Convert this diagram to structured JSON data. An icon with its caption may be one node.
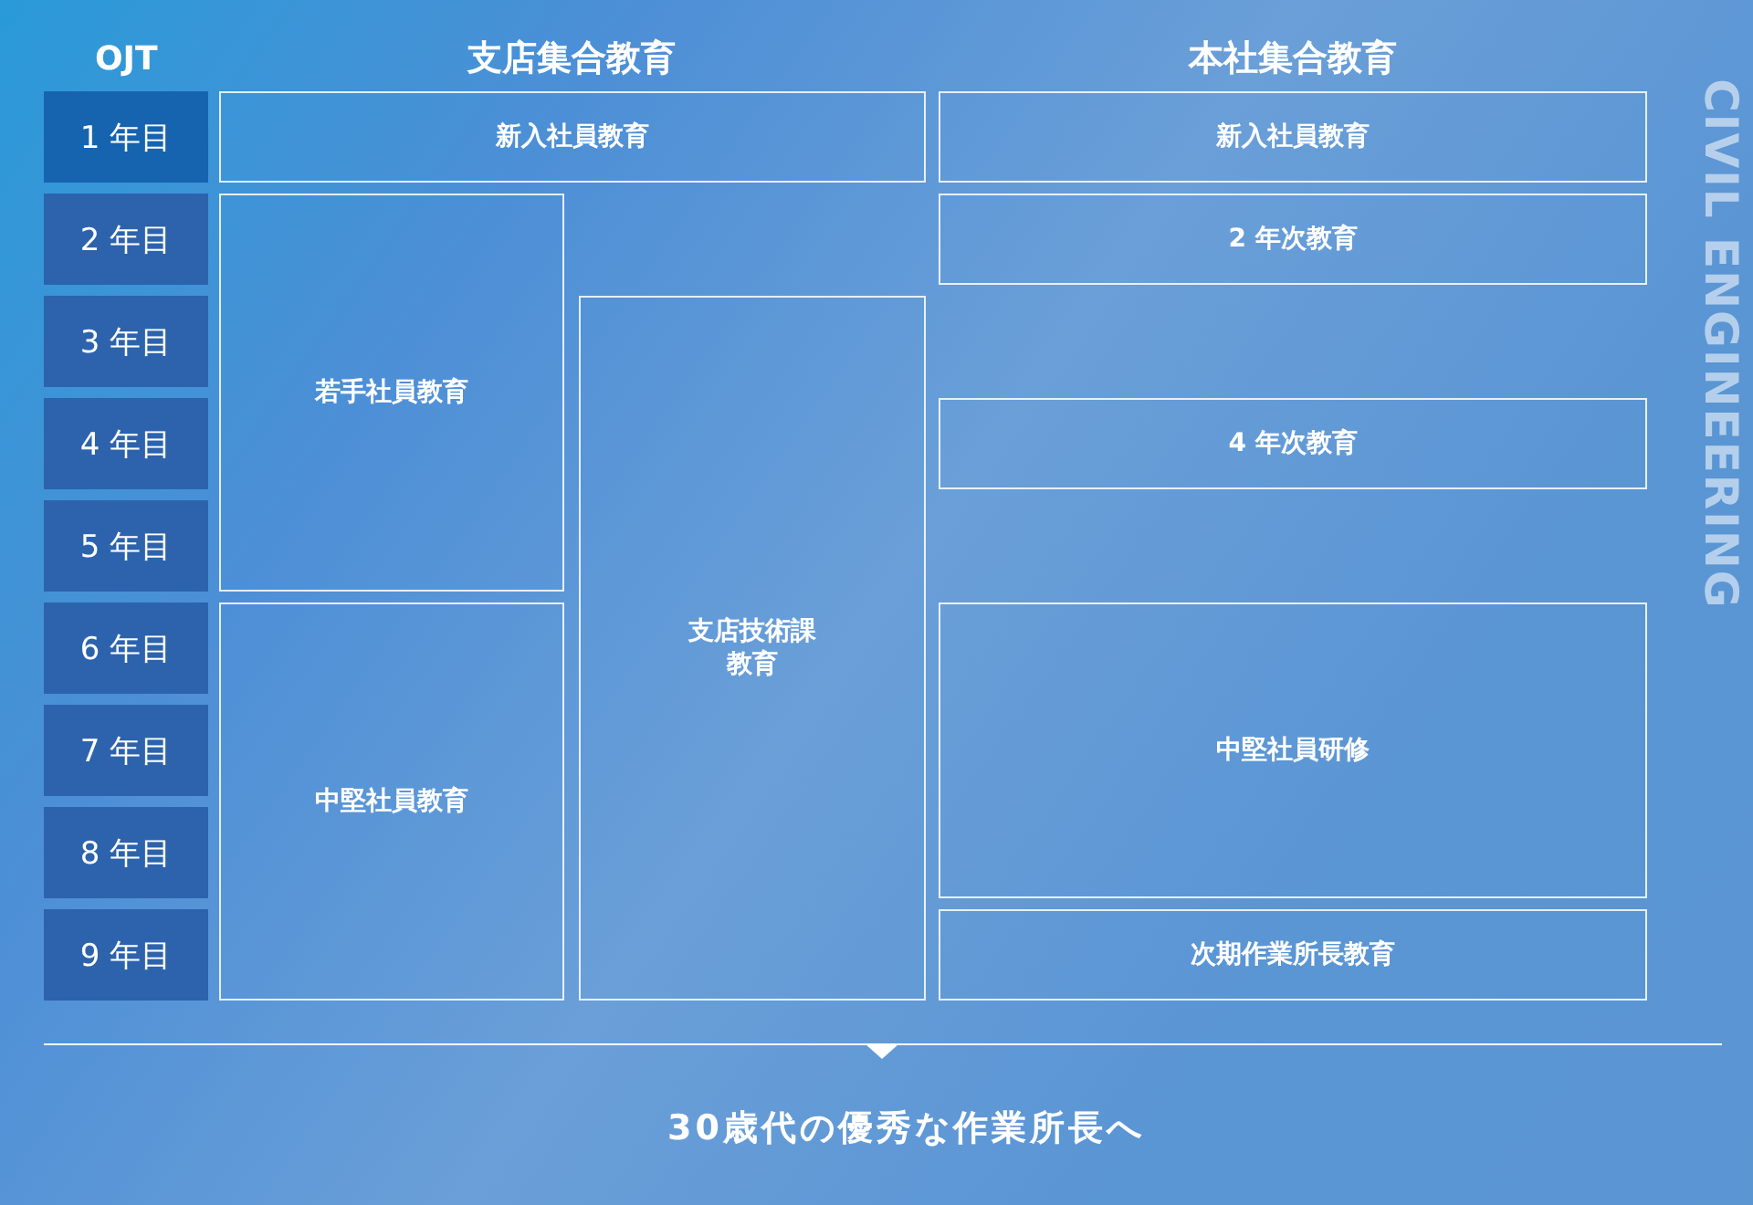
{
  "diagram": {
    "nodes": [
      {
        "text": [
          "1 年目"
        ]
      },
      {
        "text": [
          "2 年目"
        ]
      },
      {
        "text": [
          "3 年目"
        ]
      },
      {
        "text": [
          "4 年目"
        ]
      },
      {
        "text": [
          "5 年目"
        ]
      },
      {
        "text": [
          "6 年目"
        ]
      },
      {
        "text": [
          "7 年目"
        ]
      },
      {
        "text": [
          "8 年目"
        ]
      },
      {
        "text": [
          "9 年目"
        ]
      },
      {
        "text": [
          "新入社員教育"
        ]
      },
      {
        "text": [
          "若手社員教育"
        ]
      },
      {
        "text": [
          "中堅社員教育"
        ]
      },
      {
        "text": [
          "支店技術課教育"
        ]
      },
      {
        "text": [
          "新入社員教育"
        ]
      },
      {
        "text": [
          "2 年次教育"
        ]
      },
      {
        "text": [
          "4 年次教育"
        ]
      },
      {
        "text": [
          "中堅社員研修"
        ]
      },
      {
        "text": [
          "次期作業所長教育"
        ]
      }
    ],
    "labels": [
      "OJT",
      "支店集合教育",
      "本社集合教育",
      "CIVIL ENGINEERING",
      "30歳代の優秀な作業所長へ"
    ]
  }
}
